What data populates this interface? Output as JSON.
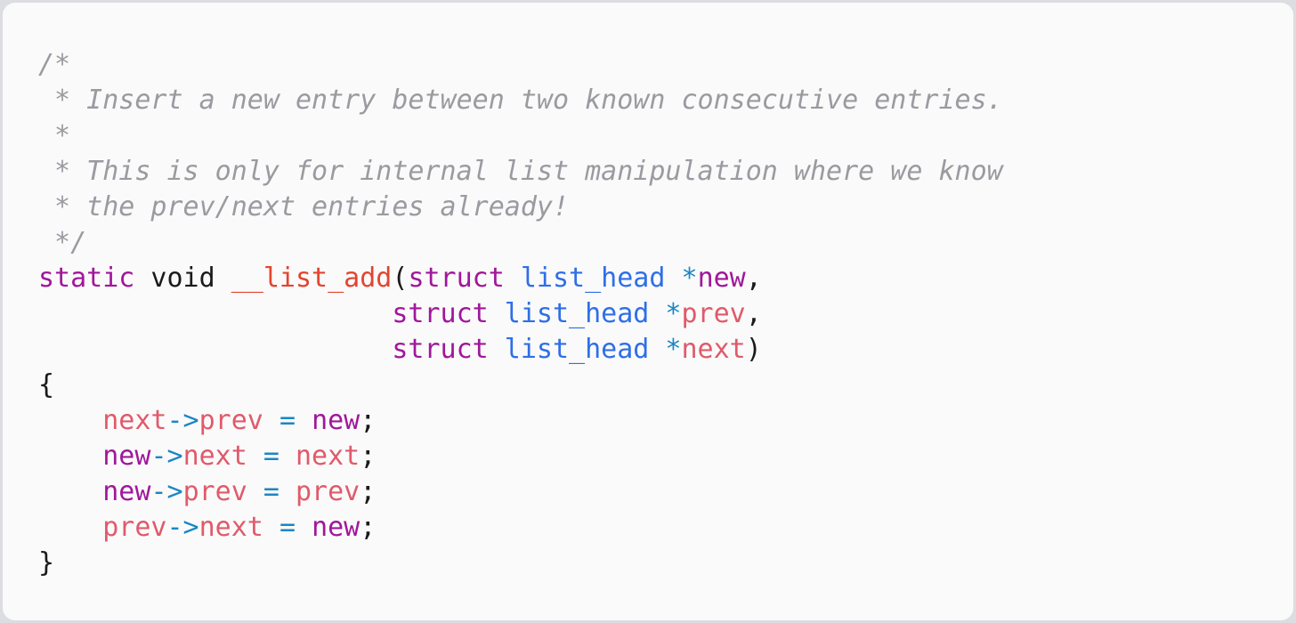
{
  "code": {
    "language": "c",
    "lines": [
      [
        [
          "/*",
          "c"
        ]
      ],
      [
        [
          " * Insert a new entry between two known consecutive entries.",
          "c"
        ]
      ],
      [
        [
          " *",
          "c"
        ]
      ],
      [
        [
          " * This is only for internal list manipulation where we know",
          "c"
        ]
      ],
      [
        [
          " * the prev/next entries already!",
          "c"
        ]
      ],
      [
        [
          " */",
          "c"
        ]
      ],
      [
        [
          "static",
          "k"
        ],
        [
          " void ",
          "p"
        ],
        [
          "__list_add",
          "f"
        ],
        [
          "(",
          "p"
        ],
        [
          "struct",
          "k"
        ],
        [
          " ",
          "p"
        ],
        [
          "list_head",
          "t"
        ],
        [
          " ",
          "p"
        ],
        [
          "*",
          "o"
        ],
        [
          "new",
          "n"
        ],
        [
          ",",
          "p"
        ]
      ],
      [
        [
          "                      ",
          "p"
        ],
        [
          "struct",
          "k"
        ],
        [
          " ",
          "p"
        ],
        [
          "list_head",
          "t"
        ],
        [
          " ",
          "p"
        ],
        [
          "*",
          "o"
        ],
        [
          "prev",
          "v"
        ],
        [
          ",",
          "p"
        ]
      ],
      [
        [
          "                      ",
          "p"
        ],
        [
          "struct",
          "k"
        ],
        [
          " ",
          "p"
        ],
        [
          "list_head",
          "t"
        ],
        [
          " ",
          "p"
        ],
        [
          "*",
          "o"
        ],
        [
          "next",
          "v"
        ],
        [
          ")",
          "p"
        ]
      ],
      [
        [
          "{",
          "p"
        ]
      ],
      [
        [
          "    ",
          "p"
        ],
        [
          "next",
          "v"
        ],
        [
          "->",
          "o"
        ],
        [
          "prev",
          "v"
        ],
        [
          " ",
          "p"
        ],
        [
          "=",
          "o"
        ],
        [
          " ",
          "p"
        ],
        [
          "new",
          "n"
        ],
        [
          ";",
          "p"
        ]
      ],
      [
        [
          "    ",
          "p"
        ],
        [
          "new",
          "n"
        ],
        [
          "->",
          "o"
        ],
        [
          "next",
          "v"
        ],
        [
          " ",
          "p"
        ],
        [
          "=",
          "o"
        ],
        [
          " ",
          "p"
        ],
        [
          "next",
          "v"
        ],
        [
          ";",
          "p"
        ]
      ],
      [
        [
          "    ",
          "p"
        ],
        [
          "new",
          "n"
        ],
        [
          "->",
          "o"
        ],
        [
          "prev",
          "v"
        ],
        [
          " ",
          "p"
        ],
        [
          "=",
          "o"
        ],
        [
          " ",
          "p"
        ],
        [
          "prev",
          "v"
        ],
        [
          ";",
          "p"
        ]
      ],
      [
        [
          "    ",
          "p"
        ],
        [
          "prev",
          "v"
        ],
        [
          "->",
          "o"
        ],
        [
          "next",
          "v"
        ],
        [
          " ",
          "p"
        ],
        [
          "=",
          "o"
        ],
        [
          " ",
          "p"
        ],
        [
          "new",
          "n"
        ],
        [
          ";",
          "p"
        ]
      ],
      [
        [
          "}",
          "p"
        ]
      ]
    ]
  }
}
